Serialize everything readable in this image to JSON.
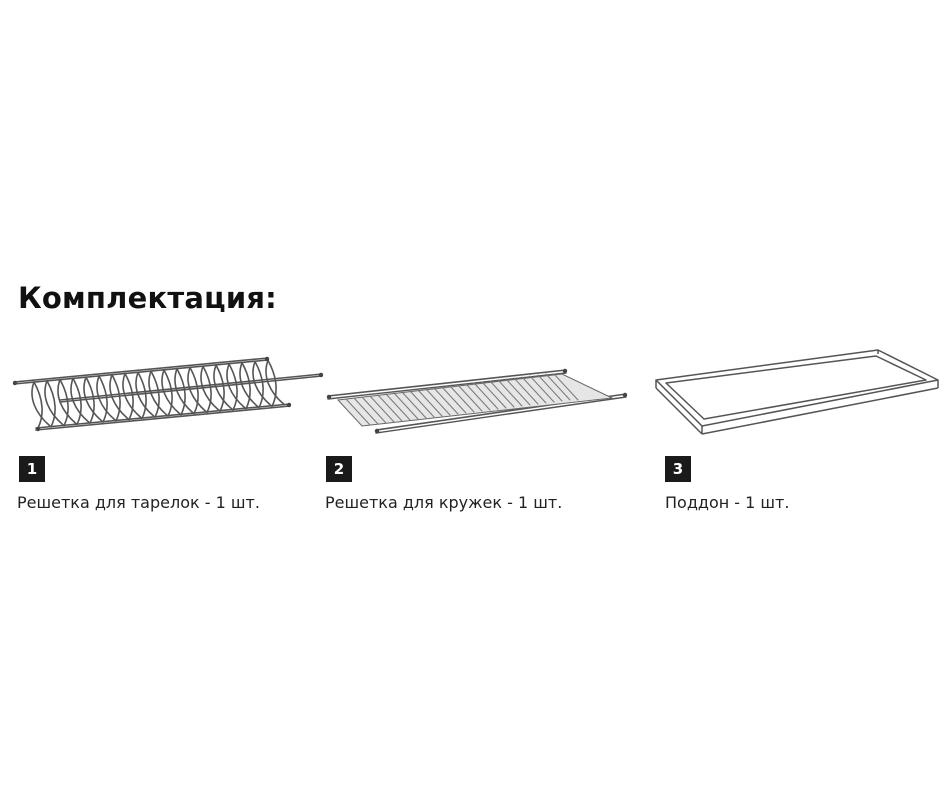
{
  "title": "Комплектация:",
  "items": [
    {
      "number": "1",
      "label": "Решетка для тарелок - 1 шт.",
      "illustration": "plate-rack-icon"
    },
    {
      "number": "2",
      "label": "Решетка для кружек - 1 шт.",
      "illustration": "cup-rack-icon"
    },
    {
      "number": "3",
      "label": "Поддон - 1 шт.",
      "illustration": "drip-tray-icon"
    }
  ]
}
